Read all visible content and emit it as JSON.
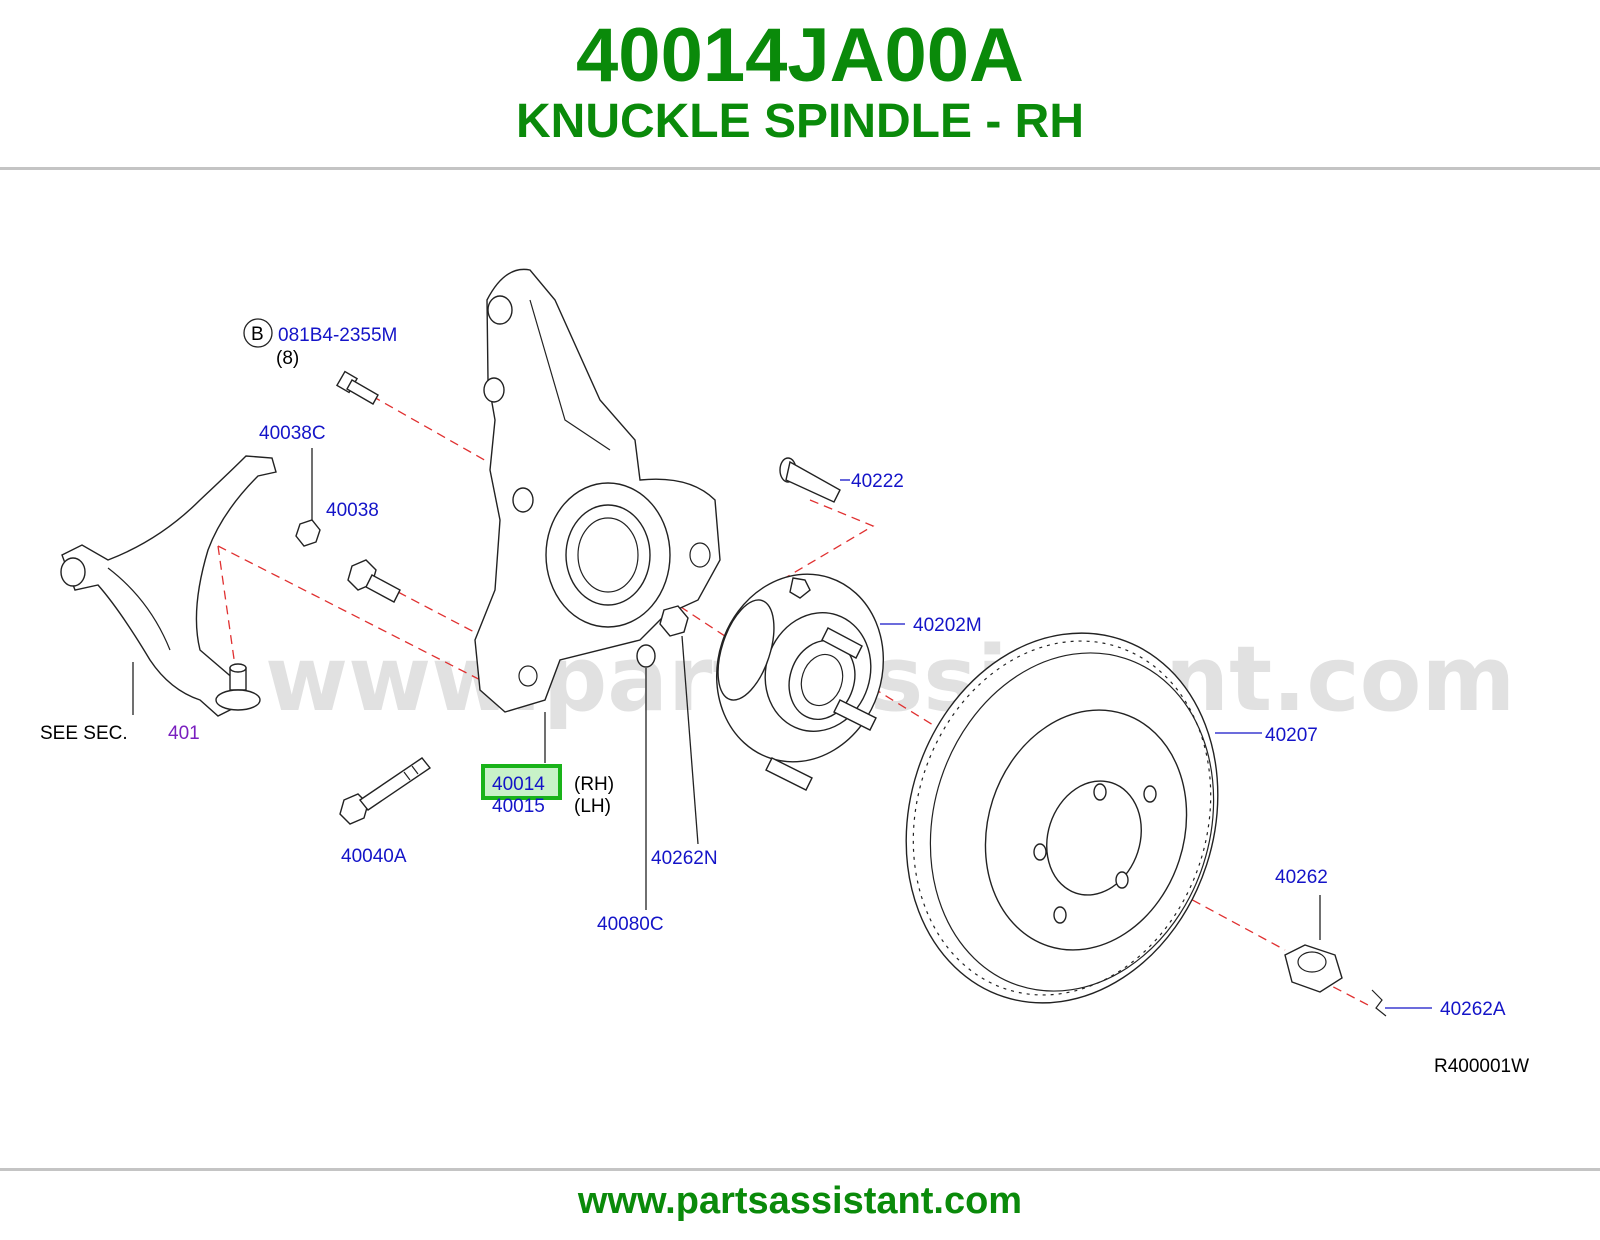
{
  "header": {
    "part_number": "40014JA00A",
    "part_name": "KNUCKLE SPINDLE - RH"
  },
  "diagram": {
    "watermark": "www.partsassistant.com",
    "figure_code": "R400001W",
    "bolt_callout": {
      "circle_letter": "B",
      "number": "081B4-2355M",
      "quantity": "(8)"
    },
    "see_section": {
      "prefix": "SEE   SEC.",
      "section": "401"
    },
    "labels": {
      "p40038C": "40038C",
      "p40038": "40038",
      "p40222": "40222",
      "p40202M": "40202M",
      "p40207": "40207",
      "p40014": "40014",
      "rh": "(RH)",
      "p40015": "40015",
      "lh": "(LH)",
      "p40040A": "40040A",
      "p40262N": "40262N",
      "p40080C": "40080C",
      "p40262": "40262",
      "p40262A": "40262A"
    },
    "highlight_color": "#19b319",
    "label_color": "#1414c8",
    "dash_color": "#e03030"
  },
  "footer": {
    "url": "www.partsassistant.com"
  }
}
